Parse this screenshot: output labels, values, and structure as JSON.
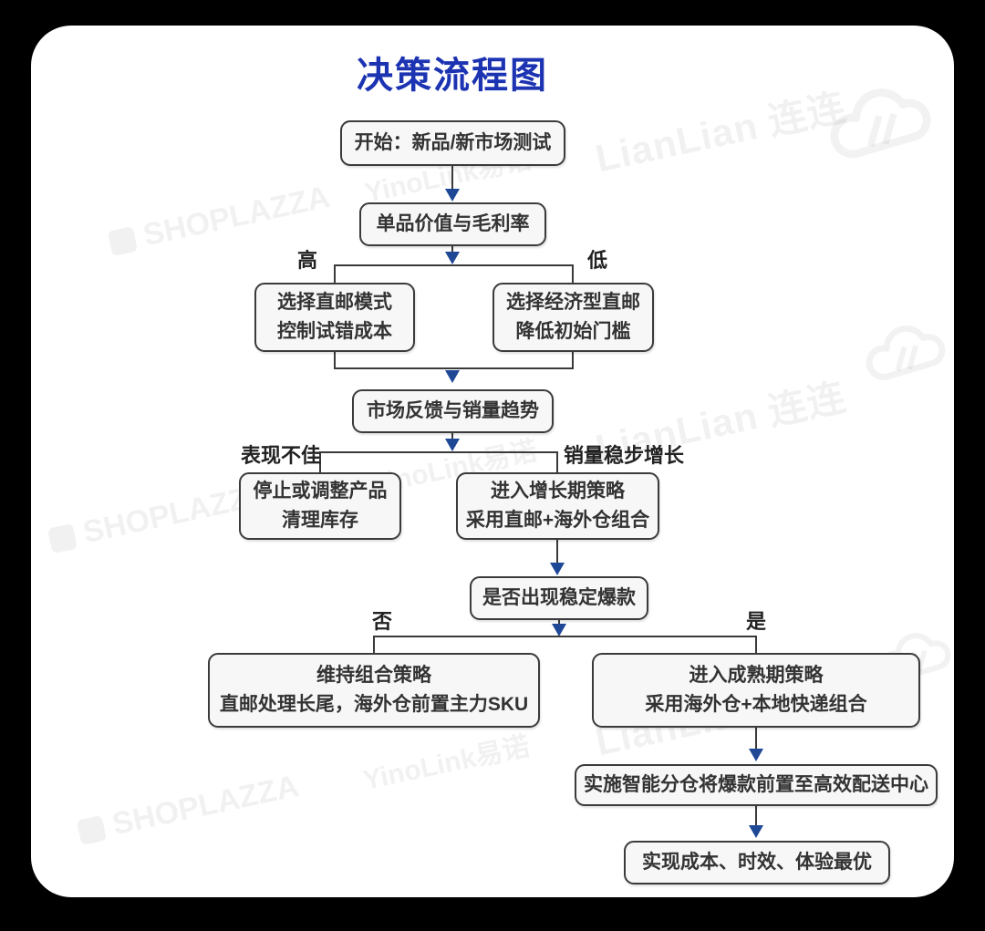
{
  "title": "决策流程图",
  "nodes": {
    "start": {
      "line1": "开始：新品/新市场测试"
    },
    "value": {
      "line1": "单品价值与毛利率"
    },
    "direct": {
      "line1": "选择直邮模式",
      "line2": "控制试错成本"
    },
    "economy": {
      "line1": "选择经济型直邮",
      "line2": "降低初始门槛"
    },
    "feedback": {
      "line1": "市场反馈与销量趋势"
    },
    "stop": {
      "line1": "停止或调整产品",
      "line2": "清理库存"
    },
    "growth": {
      "line1": "进入增长期策略",
      "line2": "采用直邮+海外仓组合"
    },
    "hit": {
      "line1": "是否出现稳定爆款"
    },
    "maintain": {
      "line1": "维持组合策略",
      "line2": "直邮处理长尾，海外仓前置主力SKU"
    },
    "mature": {
      "line1": "进入成熟期策略",
      "line2": "采用海外仓+本地快递组合"
    },
    "smart": {
      "line1": "实施智能分仓将爆款前置至高效配送中心"
    },
    "optimal": {
      "line1": "实现成本、时效、体验最优"
    }
  },
  "labels": {
    "high": "高",
    "low": "低",
    "poor": "表现不佳",
    "steady": "销量稳步增长",
    "no": "否",
    "yes": "是"
  },
  "edges": [
    {
      "from": "start",
      "to": "value"
    },
    {
      "from": "value",
      "to": "direct",
      "label": "高"
    },
    {
      "from": "value",
      "to": "economy",
      "label": "低"
    },
    {
      "from": "direct",
      "to": "feedback"
    },
    {
      "from": "economy",
      "to": "feedback"
    },
    {
      "from": "feedback",
      "to": "stop",
      "label": "表现不佳"
    },
    {
      "from": "feedback",
      "to": "growth",
      "label": "销量稳步增长"
    },
    {
      "from": "growth",
      "to": "hit"
    },
    {
      "from": "hit",
      "to": "maintain",
      "label": "否"
    },
    {
      "from": "hit",
      "to": "mature",
      "label": "是"
    },
    {
      "from": "mature",
      "to": "smart"
    },
    {
      "from": "smart",
      "to": "optimal"
    }
  ],
  "watermarks": {
    "lianlian": "LianLian 连连",
    "shoplazza": "SHOPLAZZA",
    "yinolink": "YinoLink易诺"
  },
  "colors": {
    "title": "#1c33b2",
    "arrowhead": "#1e4796",
    "connector": "#3a3a3a",
    "box_border": "#3b3b3b",
    "box_fill": "#f7f7f7",
    "box_text": "#333333",
    "card_background": "#ffffff",
    "page_background": "#000000"
  }
}
